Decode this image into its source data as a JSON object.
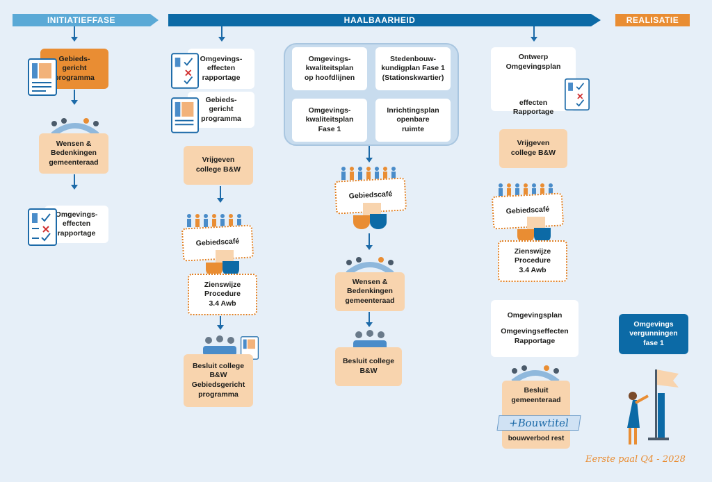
{
  "phases": {
    "initiatie": "INITIATIEFFASE",
    "haalbaarheid": "HAALBAARHEID",
    "realisatie": "REALISATIE"
  },
  "col1": {
    "gebiedsgericht": "Gebieds-\ngericht\nprogramma",
    "wensen": "Wensen &\nBedenkingen\ngemeenteraad",
    "omgevingseffecten": "Omgevings-\neffecten\nrapportage"
  },
  "col2": {
    "omgevingseffecten": "Omgevings-\neffecten\nrapportage",
    "gebiedsgericht": "Gebieds-\ngericht\nprogramma",
    "vrijgeven": "Vrijgeven\ncollege B&W",
    "gebiedscafe": "Gebiedscafé",
    "zienswijze": "Zienswijze\nProcedure\n3.4 Awb",
    "besluit": "Besluit college\nB&W\nGebiedsgericht\nprogramma"
  },
  "col3": {
    "plan1": "Omgevings-\nkwaliteitsplan\nop hoofdlijnen",
    "plan2": "Stedenbouw-\nkundigplan Fase 1\n(Stationskwartier)",
    "plan3": "Omgevings-\nkwaliteitsplan\nFase 1",
    "plan4": "Inrichtingsplan\nopenbare\nruimte",
    "gebiedscafe": "Gebiedscafé",
    "wensen": "Wensen &\nBedenkingen\ngemeenteraad",
    "besluit": "Besluit college\nB&W"
  },
  "col4": {
    "ontwerp": "Ontwerp\nOmgevingsplan",
    "effecten": "effecten\nRapportage",
    "vrijgeven": "Vrijgeven\ncollege B&W",
    "gebiedscafe": "Gebiedscafé",
    "zienswijze": "Zienswijze\nProcedure\n3.4 Awb",
    "omgevingsplan": "Omgevingsplan",
    "omgevingseffecten": "Omgevingseffecten\nRapportage",
    "besluit": "Besluit\ngemeenteraad",
    "bouwtitel": "+Bouwtitel",
    "bouwverbod": "bouwverbod rest"
  },
  "col5": {
    "vergunningen": "Omgevings\nvergunningen\nfase 1",
    "eerste_paal": "Eerste paal Q4 - 2028"
  },
  "colors": {
    "phase_light": "#5aa9d6",
    "phase_main": "#0c6aa6",
    "phase_real": "#e98d33",
    "peach": "#f8d4ae",
    "orange": "#e98d33",
    "blue": "#0c6aa6"
  }
}
